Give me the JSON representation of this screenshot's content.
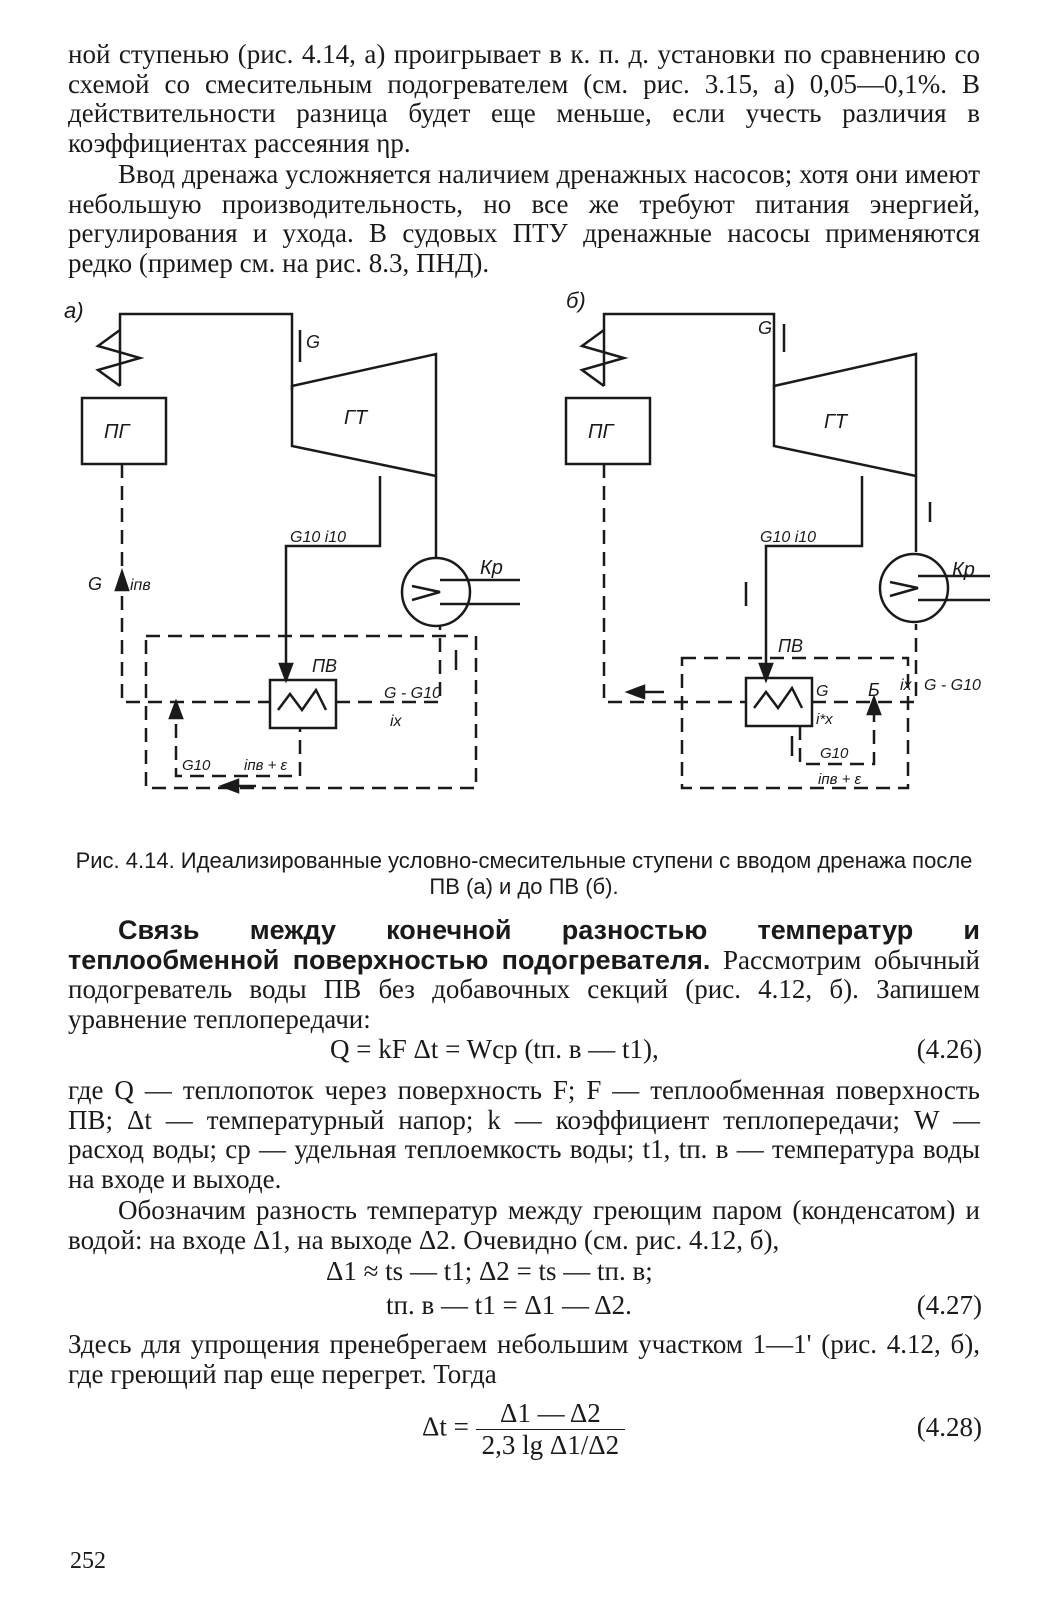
{
  "para1": "ной ступенью (рис. 4.14, а) проигрывает в к. п. д. установки по сравнению со схемой со смесительным подогревателем (см. рис. 3.15, а) 0,05—0,1%. В действительности разница будет еще меньше, если учесть различия в коэффициентах рассеяния ηр.",
  "para2": "Ввод дренажа усложняется наличием дренажных насосов; хотя они имеют небольшую производительность, но все же требуют питания энергией, регулирования и ухода. В судовых ПТУ дренажные насосы применяются редко (пример см. на рис. 8.3, ПНД).",
  "figure": {
    "panel_a": "а)",
    "panel_b": "б)",
    "pg": "ПГ",
    "gt": "ГТ",
    "kr": "Кр",
    "pv": "ПВ",
    "g": "G",
    "g10_i10": "G10 i10",
    "g_ipv": "iпв",
    "g_minus_g10": "G - G10",
    "ix": "ix",
    "ix_star": "i*x",
    "g10": "G10",
    "ipv_eps": "iпв + ε",
    "b_label": "Б"
  },
  "caption": "Рис. 4.14. Идеализированные условно-смесительные ступени с вводом дренажа после ПВ (а) и до ПВ (б).",
  "section_heading": "Связь между конечной разностью температур и теплообменной поверхностью подогревателя.",
  "para3": " Рассмотрим обычный подогреватель воды ПВ без добавочных секций (рис. 4.12, б). Запишем уравнение теплопередачи:",
  "eq_426": "Q = kF Δt = Wcp (tп. в — t1),",
  "eq_426_num": "(4.26)",
  "para4": "где Q — теплопоток через поверхность F; F — теплообменная поверхность ПВ; Δt — температурный напор; k — коэффициент теплопередачи; W — расход воды; cp — удельная теплоемкость воды; t1, tп. в — температура воды на входе и выходе.",
  "para5": "Обозначим разность температур между греющим паром (конденсатом) и водой: на входе Δ1, на выходе Δ2. Очевидно (см. рис. 4.12, б),",
  "eq_427a": "Δ1 ≈ ts — t1;   Δ2 = ts — tп. в;",
  "eq_427b": "tп. в — t1 = Δ1 — Δ2.",
  "eq_427_num": "(4.27)",
  "para6": "Здесь для упрощения пренебрегаем небольшим участком 1—1' (рис. 4.12, б), где греющий пар еще перегрет. Тогда",
  "eq_428_lhs": "Δt =",
  "eq_428_num_expr": "Δ1 — Δ2",
  "eq_428_den_expr": "2,3 lg Δ1/Δ2",
  "eq_428_num": "(4.28)",
  "page_number": "252"
}
